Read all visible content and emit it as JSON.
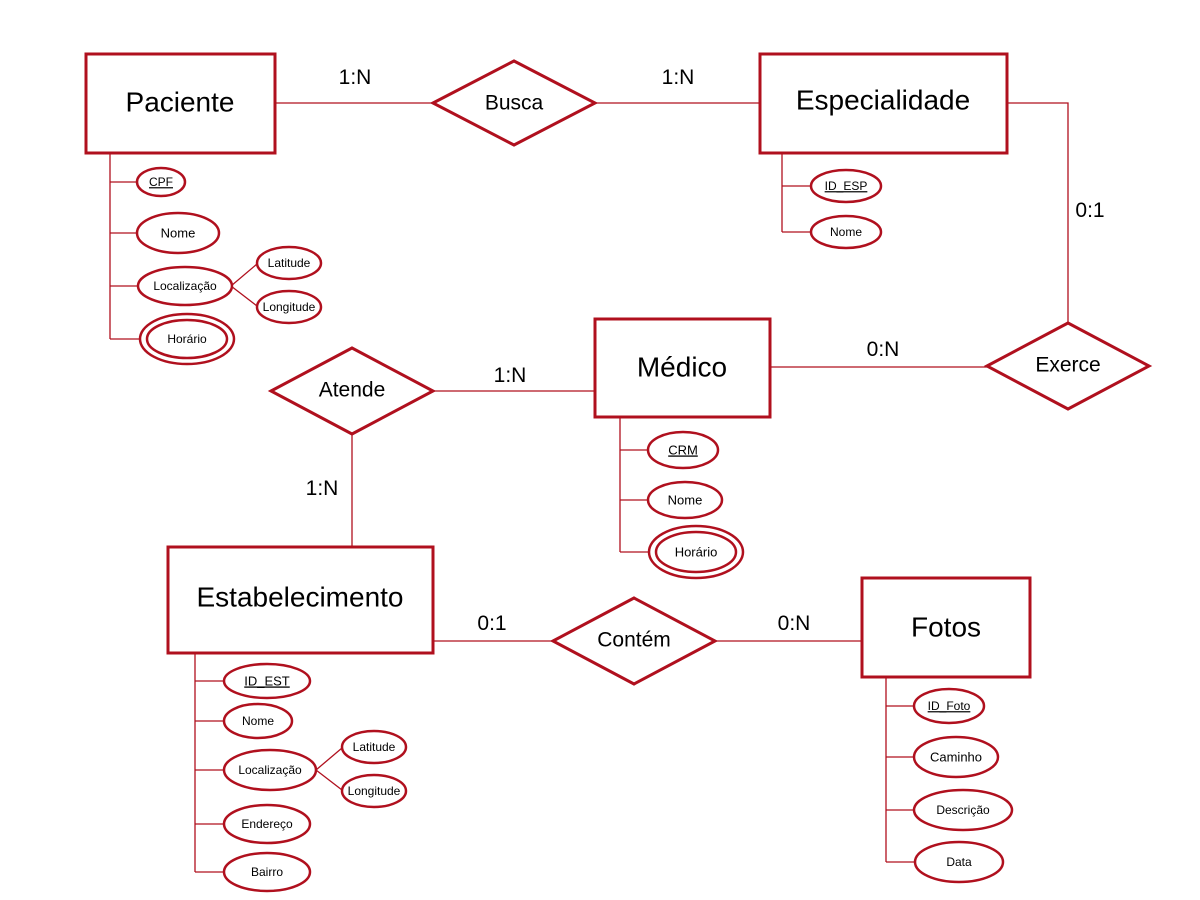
{
  "entities": {
    "paciente": "Paciente",
    "especialidade": "Especialidade",
    "medico": "Médico",
    "estabelecimento": "Estabelecimento",
    "fotos": "Fotos"
  },
  "relationships": {
    "busca": "Busca",
    "exerce": "Exerce",
    "atende": "Atende",
    "contem": "Contém"
  },
  "cardinalities": {
    "paciente_busca": "1:N",
    "busca_especialidade": "1:N",
    "especialidade_exerce": "0:1",
    "medico_exerce": "0:N",
    "atende_medico": "1:N",
    "atende_estabelecimento": "1:N",
    "estabelecimento_contem": "0:1",
    "contem_fotos": "0:N"
  },
  "attributes": {
    "paciente": {
      "cpf": "CPF",
      "nome": "Nome",
      "localizacao": "Localização",
      "latitude": "Latitude",
      "longitude": "Longitude",
      "horario": "Horário"
    },
    "especialidade": {
      "id_esp": "ID_ESP",
      "nome": "Nome"
    },
    "medico": {
      "crm": "CRM",
      "nome": "Nome",
      "horario": "Horário"
    },
    "estabelecimento": {
      "id_est": "ID_EST",
      "nome": "Nome",
      "localizacao": "Localização",
      "latitude": "Latitude",
      "longitude": "Longitude",
      "endereco": "Endereço",
      "bairro": "Bairro"
    },
    "fotos": {
      "id_foto": "ID_Foto",
      "caminho": "Caminho",
      "descricao": "Descrição",
      "data": "Data"
    }
  },
  "colors": {
    "stroke": "#b0101e",
    "text": "#000000",
    "background": "#ffffff"
  }
}
